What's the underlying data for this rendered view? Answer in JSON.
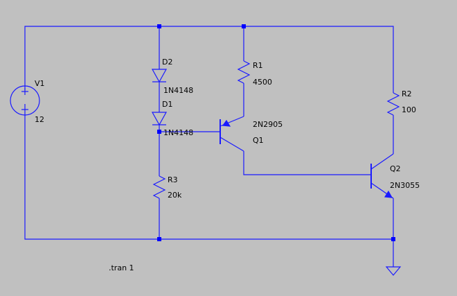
{
  "colors": {
    "background": "#c0c0c0",
    "wire": "#1a1aff",
    "junction": "#0000ff",
    "text": "#000000"
  },
  "components": {
    "v1": {
      "name": "V1",
      "value": "12"
    },
    "d2": {
      "name": "D2",
      "value": "1N4148"
    },
    "d1": {
      "name": "D1",
      "value": "1N4148"
    },
    "r1": {
      "name": "R1",
      "value": "4500"
    },
    "r2": {
      "name": "R2",
      "value": "100"
    },
    "r3": {
      "name": "R3",
      "value": "20k"
    },
    "q1": {
      "name": "Q1",
      "value": "2N2905"
    },
    "q2": {
      "name": "Q2",
      "value": "2N3055"
    }
  },
  "directive": ".tran 1"
}
